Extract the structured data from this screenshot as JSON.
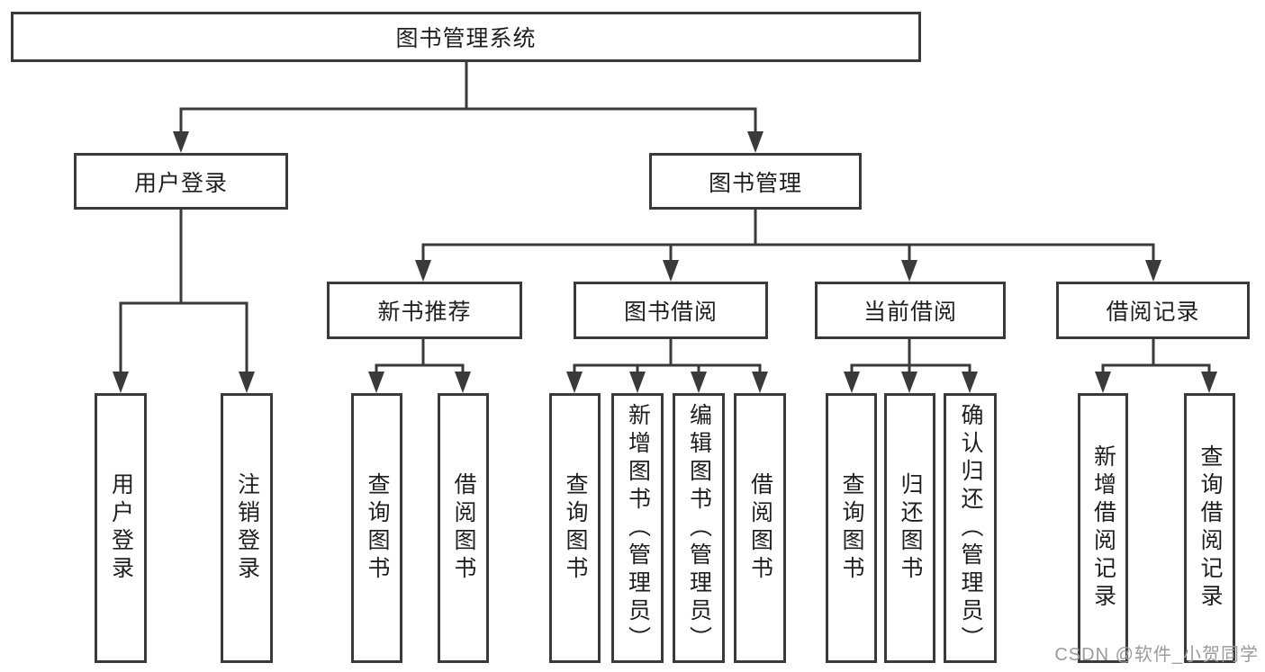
{
  "tree": {
    "label": "图书管理系统",
    "children": [
      {
        "label": "用户登录",
        "children": [
          {
            "label": "用户登录"
          },
          {
            "label": "注销登录"
          }
        ]
      },
      {
        "label": "图书管理",
        "children": [
          {
            "label": "新书推荐",
            "children": [
              {
                "label": "查询图书"
              },
              {
                "label": "借阅图书"
              }
            ]
          },
          {
            "label": "图书借阅",
            "children": [
              {
                "label": "查询图书"
              },
              {
                "label": "新增图书（管理员）"
              },
              {
                "label": "编辑图书（管理员）"
              },
              {
                "label": "借阅图书"
              }
            ]
          },
          {
            "label": "当前借阅",
            "children": [
              {
                "label": "查询图书"
              },
              {
                "label": "归还图书"
              },
              {
                "label": "确认归还（管理员）"
              }
            ]
          },
          {
            "label": "借阅记录",
            "children": [
              {
                "label": "新增借阅记录"
              },
              {
                "label": "查询借阅记录"
              }
            ]
          }
        ]
      }
    ]
  },
  "watermark": {
    "text": "CSDN @软件_小贺同学"
  },
  "colors": {
    "line": "#3a3a3a",
    "box_border": "#3a3a3a",
    "text": "#1f1f1f",
    "watermark": "#9b9b9f",
    "background": "#ffffff"
  }
}
